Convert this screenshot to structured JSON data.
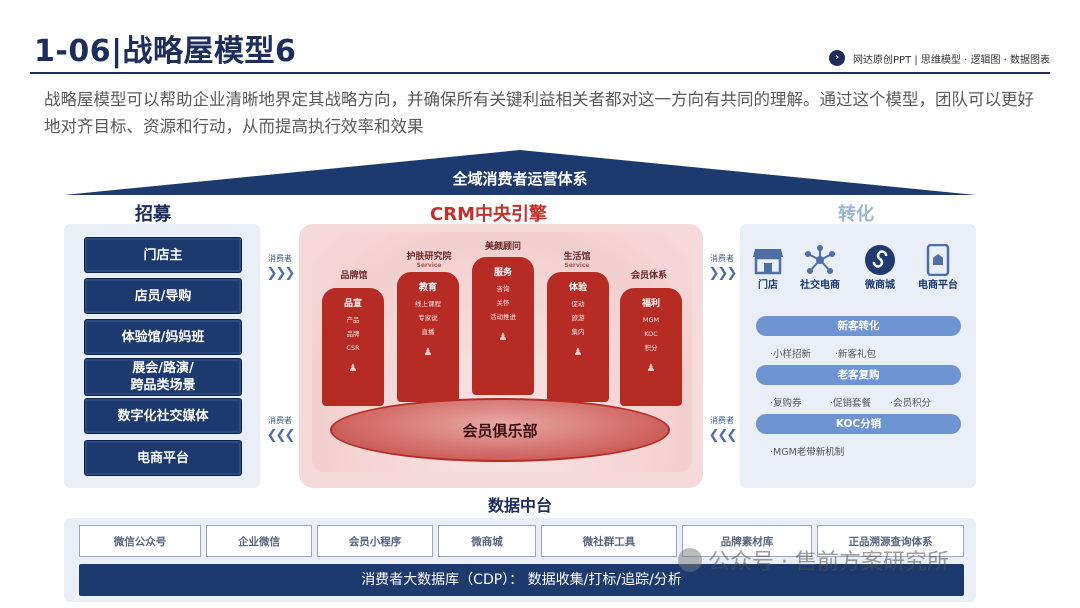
{
  "header": {
    "title_number": "1-06",
    "title_sep": "|",
    "title_text": "战略屋模型6",
    "brand_text": "网达原创PPT | 思维模型 · 逻辑图 · 数据图表",
    "brand_icon": "chevron-right-icon"
  },
  "intro": "战略屋模型可以帮助企业清晰地界定其战略方向，并确保所有关键利益相关者都对这一方向有共同的理解。通过这个模型，团队可以更好地对齐目标、资源和行动，从而提高执行效率和效果",
  "roof": {
    "title": "全域消费者运营体系"
  },
  "left": {
    "heading": "招募",
    "items": [
      "门店主",
      "店员/导购",
      "体验馆/妈妈班",
      "展会/路演/\n跨品类场景",
      "数字化社交媒体",
      "电商平台"
    ]
  },
  "arrows": {
    "label": "消费者"
  },
  "center": {
    "heading": "CRM中央引擎",
    "pillars": [
      {
        "label": "品牌馆",
        "sub": "",
        "title": "品宣",
        "items": [
          "产品",
          "品牌",
          "CSR"
        ]
      },
      {
        "label": "护肤研究院",
        "sub": "Service",
        "title": "教育",
        "items": [
          "线上课程",
          "专家说",
          "直播"
        ]
      },
      {
        "label": "美颜顾问",
        "sub": "",
        "title": "服务",
        "items": [
          "咨询",
          "关怀",
          "活动推进"
        ]
      },
      {
        "label": "生活馆",
        "sub": "Service",
        "title": "体验",
        "items": [
          "促动",
          "旅游",
          "集内"
        ]
      },
      {
        "label": "会员体系",
        "sub": "",
        "title": "福利",
        "items": [
          "MGM",
          "KOC",
          "积分"
        ]
      }
    ],
    "club": "会员俱乐部"
  },
  "right": {
    "heading": "转化",
    "channels": [
      {
        "label": "门店",
        "icon": "store-icon"
      },
      {
        "label": "社交电商",
        "icon": "network-icon"
      },
      {
        "label": "微商城",
        "icon": "mini-program-icon"
      },
      {
        "label": "电商平台",
        "icon": "mobile-shop-icon"
      }
    ],
    "sections": [
      {
        "bar": "新客转化",
        "items": [
          "·小样招新",
          "·新客礼包"
        ]
      },
      {
        "bar": "老客复购",
        "items": [
          "·复购券",
          "·促销套餐",
          "·会员积分"
        ]
      },
      {
        "bar": "KOC分销",
        "items": [
          "·MGM老带新机制"
        ]
      }
    ]
  },
  "bottom": {
    "title": "数据中台",
    "sources": [
      "微信公众号",
      "企业微信",
      "会员小程序",
      "微商城",
      "微社群工具",
      "品牌素材库",
      "正品溯源查询体系"
    ],
    "cdp": "消费者大数据库（CDP）： 数据收集/打标/追踪/分析"
  },
  "watermark": "公众号 · 售前方案研究所",
  "colors": {
    "navy": "#1d2e5c",
    "crm_red": "#b72b25",
    "light_blue": "#e9eef7",
    "bar_blue": "#6e95d2"
  }
}
